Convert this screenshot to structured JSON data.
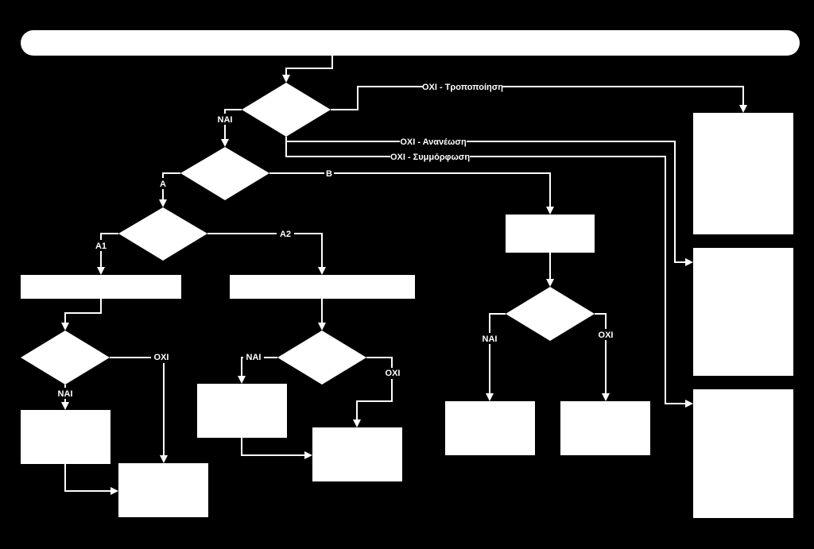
{
  "labels": {
    "no_modify": "ΟΧΙ - Τροποποίηση",
    "no_renew": "ΟΧΙ - Ανανέωση",
    "no_comply": "ΟΧΙ - Συμμόρφωση",
    "yes_1": "ΝΑΙ",
    "branch_a": "Α",
    "branch_b": "Β",
    "branch_a1": "Α1",
    "branch_a2": "Α2",
    "yes_2": "ΝΑΙ",
    "no_2": "ΟΧΙ",
    "yes_3": "ΝΑΙ",
    "no_3": "ΟΧΙ",
    "yes_4": "ΝΑΙ",
    "no_4": "ΟΧΙ"
  },
  "colors": {
    "background": "#000000",
    "shape": "#ffffff",
    "line": "#ffffff"
  }
}
